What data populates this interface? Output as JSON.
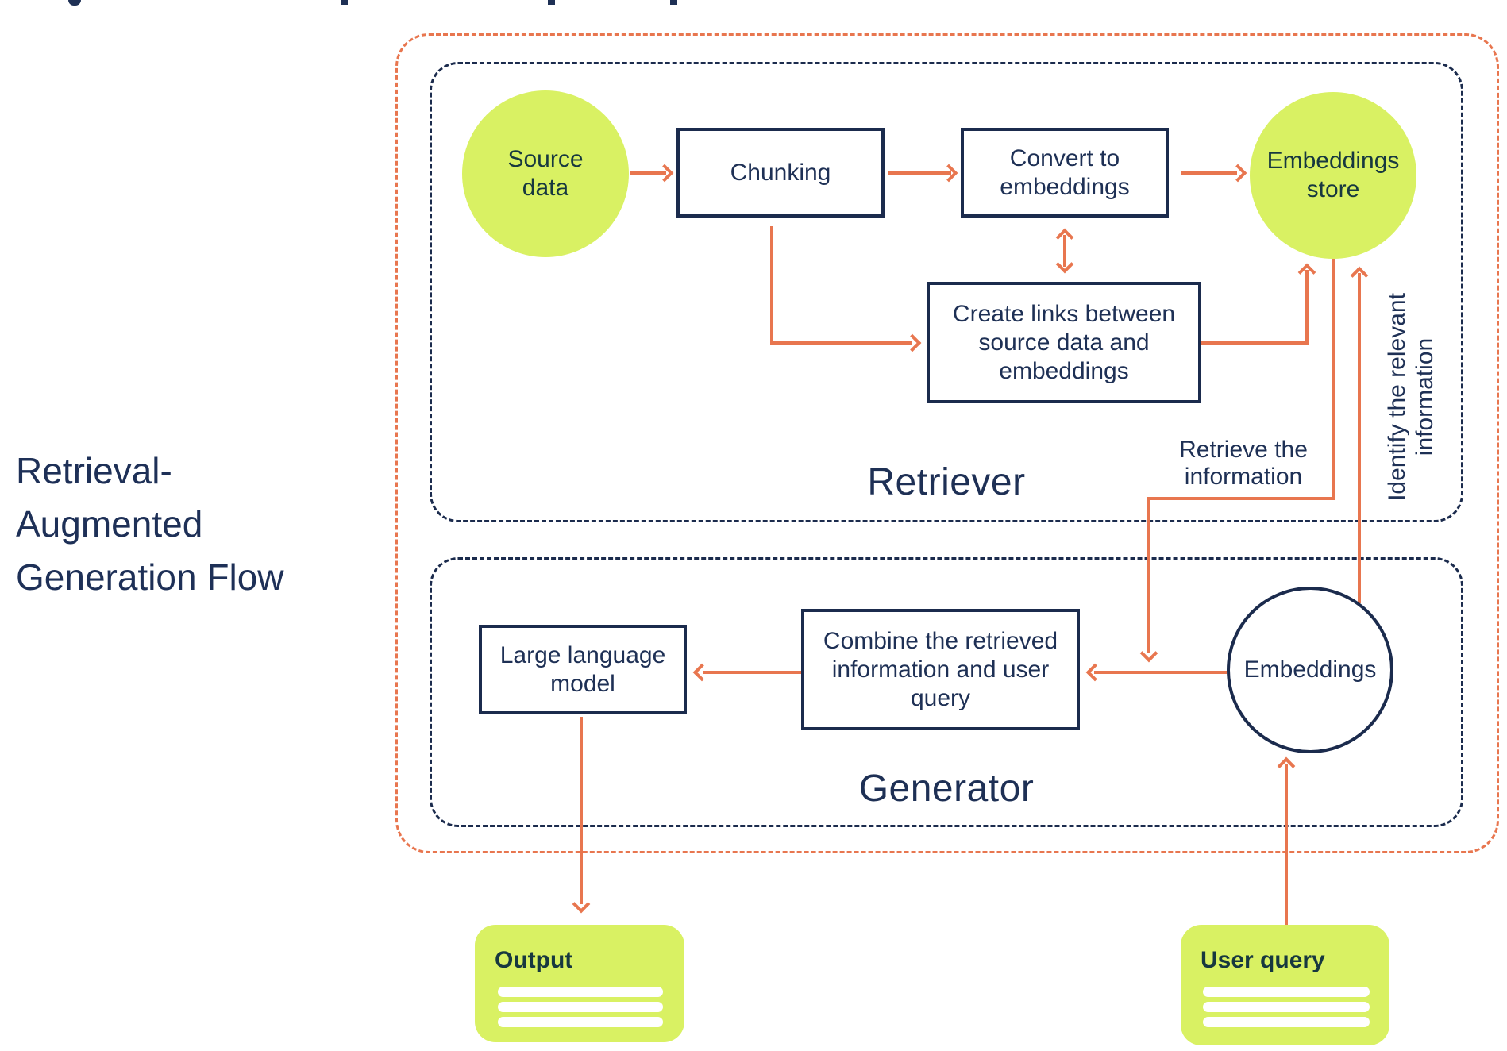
{
  "title": {
    "line1": "Retrieval-",
    "line2": "Augmented",
    "line3": "Generation Flow"
  },
  "groups": {
    "retriever": {
      "label": "Retriever"
    },
    "generator": {
      "label": "Generator"
    }
  },
  "nodes": {
    "source_data": {
      "label": "Source data",
      "shape": "circle",
      "fill": "lime"
    },
    "chunking": {
      "label": "Chunking",
      "shape": "rect",
      "fill": "white"
    },
    "convert_to_embeddings": {
      "label": "Convert to embeddings",
      "shape": "rect",
      "fill": "white"
    },
    "embeddings_store": {
      "label": "Embeddings store",
      "shape": "circle",
      "fill": "lime"
    },
    "create_links": {
      "label": "Create links between source data and embeddings",
      "shape": "rect",
      "fill": "white"
    },
    "combine": {
      "label": "Combine the retrieved information and user query",
      "shape": "rect",
      "fill": "white"
    },
    "large_language_model": {
      "label": "Large language model",
      "shape": "rect",
      "fill": "white"
    },
    "embeddings": {
      "label": "Embeddings",
      "shape": "circle",
      "fill": "white"
    },
    "output": {
      "label": "Output",
      "shape": "card",
      "fill": "lime"
    },
    "user_query": {
      "label": "User query",
      "shape": "card",
      "fill": "lime"
    }
  },
  "edge_labels": {
    "retrieve": "Retrieve the information",
    "identify": "Identify the relevant information"
  },
  "colors": {
    "accent_orange": "#e8764f",
    "navy": "#1e3055",
    "lime_green": "#d9f163",
    "text_on_green": "#17383f",
    "background": "#ffffff"
  }
}
